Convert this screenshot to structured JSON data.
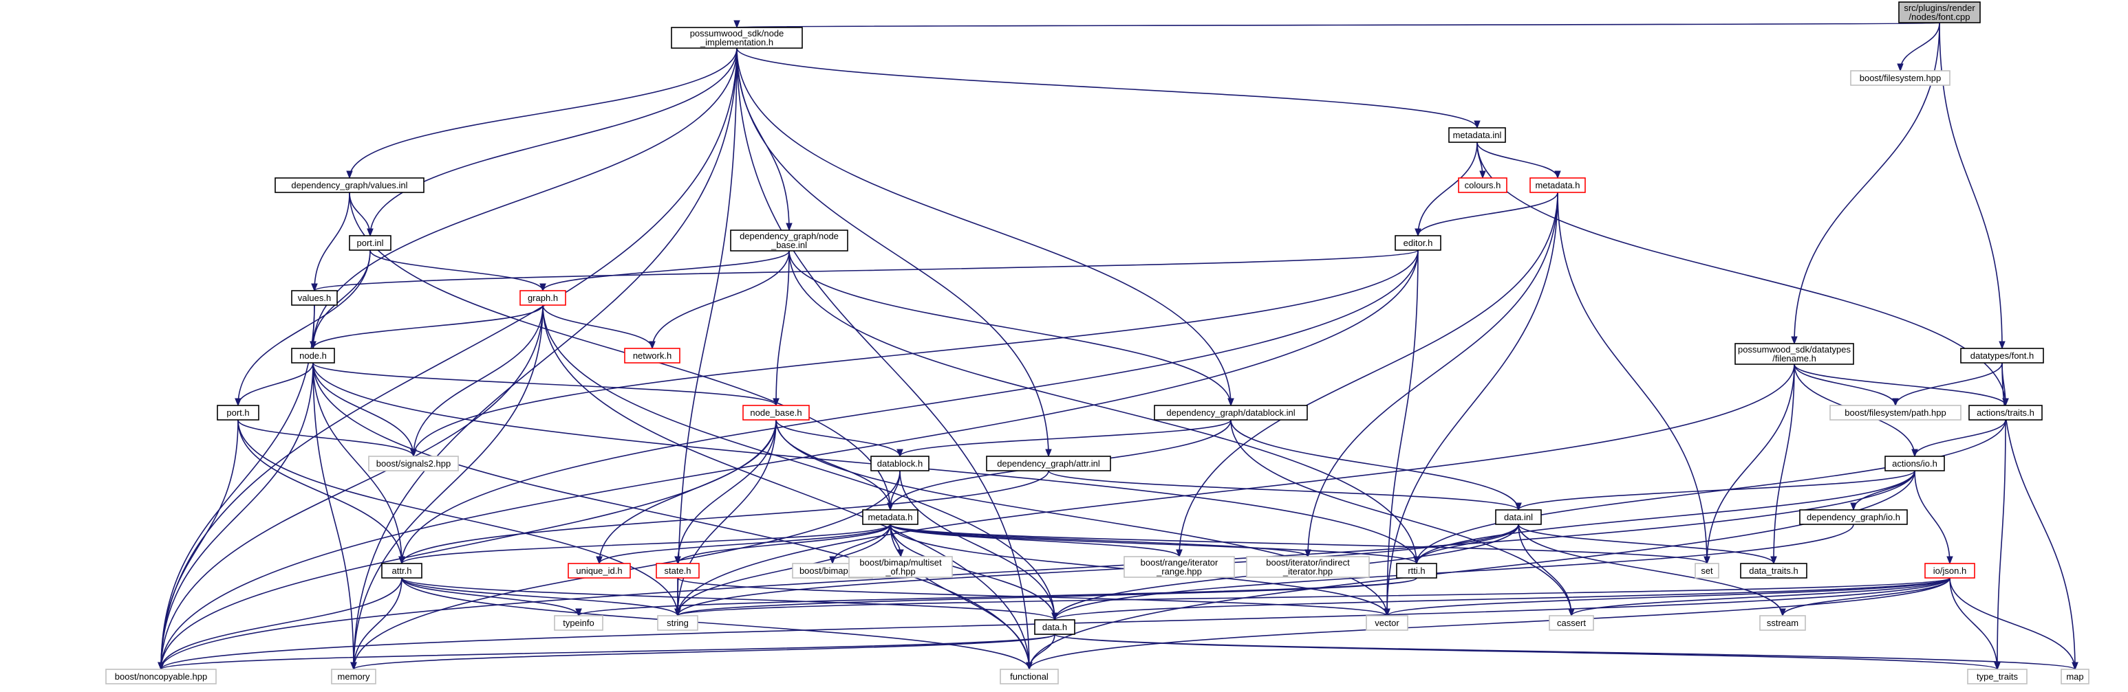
{
  "colors": {
    "edge": "#191970",
    "box_border": "#000000",
    "box_border_collapsed": "#ff0000",
    "box_border_system": "#bfbfbf",
    "box_fill": "#ffffff",
    "root_fill": "#bfbfbf",
    "text": "#000000"
  },
  "nodes": [
    {
      "id": "root",
      "lines": [
        "src/plugins/render",
        "/nodes/font.cpp"
      ],
      "style": "root"
    },
    {
      "id": "node_impl",
      "lines": [
        "possumwood_sdk/node",
        "_implementation.h"
      ],
      "style": "normal"
    },
    {
      "id": "boost_fs",
      "lines": [
        "boost/filesystem.hpp"
      ],
      "style": "system"
    },
    {
      "id": "metadata_inl",
      "lines": [
        "metadata.inl"
      ],
      "style": "normal"
    },
    {
      "id": "colours_h",
      "lines": [
        "colours.h"
      ],
      "style": "collapsed"
    },
    {
      "id": "metadata_h_top",
      "lines": [
        "metadata.h"
      ],
      "style": "collapsed"
    },
    {
      "id": "dg_values_inl",
      "lines": [
        "dependency_graph/values.inl"
      ],
      "style": "normal"
    },
    {
      "id": "port_inl",
      "lines": [
        "port.inl"
      ],
      "style": "normal"
    },
    {
      "id": "dg_node_base_inl",
      "lines": [
        "dependency_graph/node",
        "_base.inl"
      ],
      "style": "normal"
    },
    {
      "id": "editor_h",
      "lines": [
        "editor.h"
      ],
      "style": "normal"
    },
    {
      "id": "values_h",
      "lines": [
        "values.h"
      ],
      "style": "normal"
    },
    {
      "id": "graph_h",
      "lines": [
        "graph.h"
      ],
      "style": "collapsed"
    },
    {
      "id": "network_h",
      "lines": [
        "network.h"
      ],
      "style": "collapsed"
    },
    {
      "id": "node_h",
      "lines": [
        "node.h"
      ],
      "style": "normal"
    },
    {
      "id": "sdk_filename_h",
      "lines": [
        "possumwood_sdk/datatypes",
        "/filename.h"
      ],
      "style": "normal"
    },
    {
      "id": "datatypes_font_h",
      "lines": [
        "datatypes/font.h"
      ],
      "style": "normal"
    },
    {
      "id": "port_h",
      "lines": [
        "port.h"
      ],
      "style": "normal"
    },
    {
      "id": "signals2",
      "lines": [
        "boost/signals2.hpp"
      ],
      "style": "system"
    },
    {
      "id": "node_base_h",
      "lines": [
        "node_base.h"
      ],
      "style": "collapsed"
    },
    {
      "id": "dg_datablock_inl",
      "lines": [
        "dependency_graph/datablock.inl"
      ],
      "style": "normal"
    },
    {
      "id": "boost_fs_path",
      "lines": [
        "boost/filesystem/path.hpp"
      ],
      "style": "system"
    },
    {
      "id": "actions_traits_h",
      "lines": [
        "actions/traits.h"
      ],
      "style": "normal"
    },
    {
      "id": "datablock_h",
      "lines": [
        "datablock.h"
      ],
      "style": "normal"
    },
    {
      "id": "dg_attr_inl",
      "lines": [
        "dependency_graph/attr.inl"
      ],
      "style": "normal"
    },
    {
      "id": "actions_io_h",
      "lines": [
        "actions/io.h"
      ],
      "style": "normal"
    },
    {
      "id": "metadata_h_mid",
      "lines": [
        "metadata.h"
      ],
      "style": "normal"
    },
    {
      "id": "data_inl",
      "lines": [
        "data.inl"
      ],
      "style": "normal"
    },
    {
      "id": "dg_io_h",
      "lines": [
        "dependency_graph/io.h"
      ],
      "style": "normal"
    },
    {
      "id": "attr_h",
      "lines": [
        "attr.h"
      ],
      "style": "normal"
    },
    {
      "id": "unique_id_h",
      "lines": [
        "unique_id.h"
      ],
      "style": "collapsed"
    },
    {
      "id": "state_h",
      "lines": [
        "state.h"
      ],
      "style": "collapsed"
    },
    {
      "id": "boost_bimap",
      "lines": [
        "boost/bimap.hpp"
      ],
      "style": "system"
    },
    {
      "id": "boost_bimap_multiset",
      "lines": [
        "boost/bimap/multiset",
        "_of.hpp"
      ],
      "style": "system"
    },
    {
      "id": "boost_range_iter",
      "lines": [
        "boost/range/iterator",
        "_range.hpp"
      ],
      "style": "system"
    },
    {
      "id": "boost_indirect_iter",
      "lines": [
        "boost/iterator/indirect",
        "_iterator.hpp"
      ],
      "style": "system"
    },
    {
      "id": "rtti_h",
      "lines": [
        "rtti.h"
      ],
      "style": "normal"
    },
    {
      "id": "set",
      "lines": [
        "set"
      ],
      "style": "system"
    },
    {
      "id": "data_traits_h",
      "lines": [
        "data_traits.h"
      ],
      "style": "normal"
    },
    {
      "id": "io_json_h",
      "lines": [
        "io/json.h"
      ],
      "style": "collapsed"
    },
    {
      "id": "typeinfo",
      "lines": [
        "typeinfo"
      ],
      "style": "system"
    },
    {
      "id": "string",
      "lines": [
        "string"
      ],
      "style": "system"
    },
    {
      "id": "vector",
      "lines": [
        "vector"
      ],
      "style": "system"
    },
    {
      "id": "cassert",
      "lines": [
        "cassert"
      ],
      "style": "system"
    },
    {
      "id": "sstream",
      "lines": [
        "sstream"
      ],
      "style": "system"
    },
    {
      "id": "data_h",
      "lines": [
        "data.h"
      ],
      "style": "normal"
    },
    {
      "id": "boost_noncopyable",
      "lines": [
        "boost/noncopyable.hpp"
      ],
      "style": "system"
    },
    {
      "id": "memory",
      "lines": [
        "memory"
      ],
      "style": "system"
    },
    {
      "id": "functional",
      "lines": [
        "functional"
      ],
      "style": "system"
    },
    {
      "id": "type_traits",
      "lines": [
        "type_traits"
      ],
      "style": "system"
    },
    {
      "id": "map",
      "lines": [
        "map"
      ],
      "style": "system"
    }
  ],
  "edges": [
    [
      "root",
      "node_impl"
    ],
    [
      "root",
      "boost_fs"
    ],
    [
      "root",
      "sdk_filename_h"
    ],
    [
      "root",
      "datatypes_font_h"
    ],
    [
      "node_impl",
      "metadata_inl"
    ],
    [
      "node_impl",
      "dg_values_inl"
    ],
    [
      "node_impl",
      "port_inl"
    ],
    [
      "node_impl",
      "dg_node_base_inl"
    ],
    [
      "node_impl",
      "node_h"
    ],
    [
      "node_impl",
      "dg_datablock_inl"
    ],
    [
      "node_impl",
      "dg_attr_inl"
    ],
    [
      "node_impl",
      "string"
    ],
    [
      "node_impl",
      "boost_noncopyable"
    ],
    [
      "node_impl",
      "memory"
    ],
    [
      "node_impl",
      "functional"
    ],
    [
      "metadata_inl",
      "colours_h"
    ],
    [
      "metadata_inl",
      "metadata_h_top"
    ],
    [
      "metadata_inl",
      "editor_h"
    ],
    [
      "metadata_inl",
      "actions_traits_h"
    ],
    [
      "metadata_h_top",
      "editor_h"
    ],
    [
      "metadata_h_top",
      "boost_range_iter"
    ],
    [
      "metadata_h_top",
      "boost_indirect_iter"
    ],
    [
      "metadata_h_top",
      "set"
    ],
    [
      "metadata_h_top",
      "vector"
    ],
    [
      "dg_values_inl",
      "port_inl"
    ],
    [
      "dg_values_inl",
      "values_h"
    ],
    [
      "dg_values_inl",
      "metadata_h_mid"
    ],
    [
      "port_inl",
      "graph_h"
    ],
    [
      "port_inl",
      "node_h"
    ],
    [
      "port_inl",
      "port_h"
    ],
    [
      "dg_node_base_inl",
      "graph_h"
    ],
    [
      "dg_node_base_inl",
      "network_h"
    ],
    [
      "dg_node_base_inl",
      "node_base_h"
    ],
    [
      "dg_node_base_inl",
      "dg_datablock_inl"
    ],
    [
      "dg_node_base_inl",
      "rtti_h"
    ],
    [
      "editor_h",
      "values_h"
    ],
    [
      "editor_h",
      "signals2"
    ],
    [
      "editor_h",
      "attr_h"
    ],
    [
      "editor_h",
      "vector"
    ],
    [
      "editor_h",
      "boost_noncopyable"
    ],
    [
      "values_h",
      "node_h"
    ],
    [
      "values_h",
      "boost_noncopyable"
    ],
    [
      "graph_h",
      "node_h"
    ],
    [
      "graph_h",
      "network_h"
    ],
    [
      "graph_h",
      "signals2"
    ],
    [
      "graph_h",
      "boost_noncopyable"
    ],
    [
      "graph_h",
      "memory"
    ],
    [
      "graph_h",
      "functional"
    ],
    [
      "graph_h",
      "data_h"
    ],
    [
      "node_h",
      "port_h"
    ],
    [
      "node_h",
      "signals2"
    ],
    [
      "node_h",
      "node_base_h"
    ],
    [
      "node_h",
      "attr_h"
    ],
    [
      "node_h",
      "rtti_h"
    ],
    [
      "node_h",
      "boost_noncopyable"
    ],
    [
      "node_h",
      "memory"
    ],
    [
      "node_h",
      "functional"
    ],
    [
      "sdk_filename_h",
      "boost_fs_path"
    ],
    [
      "sdk_filename_h",
      "actions_traits_h"
    ],
    [
      "sdk_filename_h",
      "actions_io_h"
    ],
    [
      "sdk_filename_h",
      "set"
    ],
    [
      "sdk_filename_h",
      "data_traits_h"
    ],
    [
      "sdk_filename_h",
      "string"
    ],
    [
      "datatypes_font_h",
      "boost_fs_path"
    ],
    [
      "datatypes_font_h",
      "actions_traits_h"
    ],
    [
      "datatypes_font_h",
      "map"
    ],
    [
      "port_h",
      "signals2"
    ],
    [
      "port_h",
      "attr_h"
    ],
    [
      "port_h",
      "string"
    ],
    [
      "port_h",
      "boost_noncopyable"
    ],
    [
      "node_base_h",
      "datablock_h"
    ],
    [
      "node_base_h",
      "metadata_h_mid"
    ],
    [
      "node_base_h",
      "unique_id_h"
    ],
    [
      "node_base_h",
      "state_h"
    ],
    [
      "node_base_h",
      "string"
    ],
    [
      "node_base_h",
      "vector"
    ],
    [
      "node_base_h",
      "boost_noncopyable"
    ],
    [
      "dg_datablock_inl",
      "datablock_h"
    ],
    [
      "dg_datablock_inl",
      "metadata_h_mid"
    ],
    [
      "dg_datablock_inl",
      "data_inl"
    ],
    [
      "dg_datablock_inl",
      "cassert"
    ],
    [
      "actions_traits_h",
      "actions_io_h"
    ],
    [
      "actions_traits_h",
      "rtti_h"
    ],
    [
      "actions_traits_h",
      "type_traits"
    ],
    [
      "datablock_h",
      "metadata_h_mid"
    ],
    [
      "datablock_h",
      "data_h"
    ],
    [
      "datablock_h",
      "memory"
    ],
    [
      "dg_attr_inl",
      "data_inl"
    ],
    [
      "dg_attr_inl",
      "attr_h"
    ],
    [
      "actions_io_h",
      "data_inl"
    ],
    [
      "actions_io_h",
      "dg_io_h"
    ],
    [
      "actions_io_h",
      "io_json_h"
    ],
    [
      "actions_io_h",
      "rtti_h"
    ],
    [
      "actions_io_h",
      "boost_noncopyable"
    ],
    [
      "actions_io_h",
      "functional"
    ],
    [
      "metadata_h_mid",
      "attr_h"
    ],
    [
      "metadata_h_mid",
      "unique_id_h"
    ],
    [
      "metadata_h_mid",
      "state_h"
    ],
    [
      "metadata_h_mid",
      "boost_bimap"
    ],
    [
      "metadata_h_mid",
      "boost_bimap_multiset"
    ],
    [
      "metadata_h_mid",
      "boost_range_iter"
    ],
    [
      "metadata_h_mid",
      "boost_indirect_iter"
    ],
    [
      "metadata_h_mid",
      "rtti_h"
    ],
    [
      "metadata_h_mid",
      "set"
    ],
    [
      "metadata_h_mid",
      "string"
    ],
    [
      "metadata_h_mid",
      "vector"
    ],
    [
      "metadata_h_mid",
      "data_h"
    ],
    [
      "metadata_h_mid",
      "functional"
    ],
    [
      "data_inl",
      "rtti_h"
    ],
    [
      "data_inl",
      "data_traits_h"
    ],
    [
      "data_inl",
      "cassert"
    ],
    [
      "data_inl",
      "sstream"
    ],
    [
      "data_inl",
      "string"
    ],
    [
      "data_inl",
      "data_h"
    ],
    [
      "dg_io_h",
      "data_h"
    ],
    [
      "attr_h",
      "typeinfo"
    ],
    [
      "attr_h",
      "string"
    ],
    [
      "attr_h",
      "data_h"
    ],
    [
      "attr_h",
      "boost_noncopyable"
    ],
    [
      "attr_h",
      "memory"
    ],
    [
      "attr_h",
      "functional"
    ],
    [
      "state_h",
      "string"
    ],
    [
      "state_h",
      "vector"
    ],
    [
      "rtti_h",
      "typeinfo"
    ],
    [
      "rtti_h",
      "string"
    ],
    [
      "io_json_h",
      "string"
    ],
    [
      "io_json_h",
      "vector"
    ],
    [
      "io_json_h",
      "cassert"
    ],
    [
      "io_json_h",
      "sstream"
    ],
    [
      "io_json_h",
      "boost_noncopyable"
    ],
    [
      "io_json_h",
      "functional"
    ],
    [
      "io_json_h",
      "type_traits"
    ],
    [
      "io_json_h",
      "map"
    ],
    [
      "io_json_h",
      "data_h"
    ],
    [
      "data_h",
      "boost_noncopyable"
    ],
    [
      "data_h",
      "memory"
    ],
    [
      "data_h",
      "functional"
    ],
    [
      "data_h",
      "type_traits"
    ],
    [
      "data_h",
      "map"
    ]
  ]
}
